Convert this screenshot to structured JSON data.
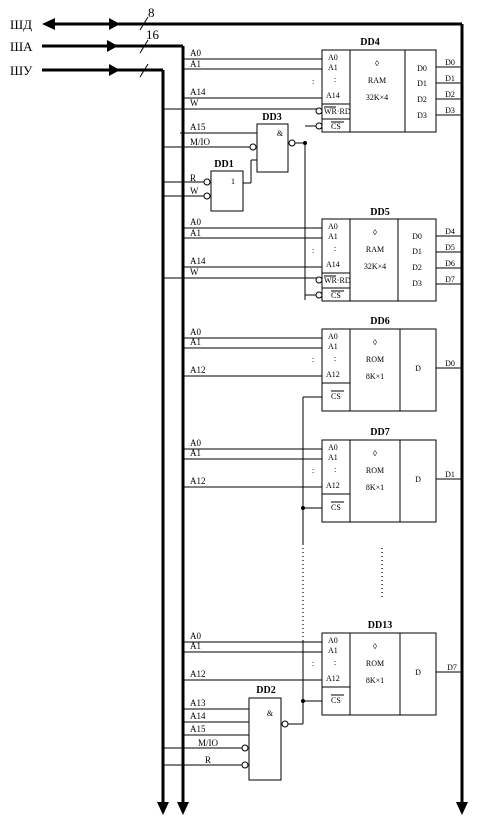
{
  "buses": {
    "data": "ШД",
    "address": "ША",
    "control": "ШУ",
    "data_width": "8",
    "address_width": "16"
  },
  "ram_chips": [
    {
      "title": "DD4",
      "type_symbol": "◊",
      "type": "RAM",
      "capacity": "32K×4",
      "inputs": [
        "A0",
        "A1",
        ":",
        "A14",
        "WR·RD",
        "CS"
      ],
      "outputs": [
        "D0",
        "D1",
        "D2",
        "D3"
      ],
      "signals": [
        "A0",
        "A1",
        "A14",
        "W"
      ]
    },
    {
      "title": "DD5",
      "type_symbol": "◊",
      "type": "RAM",
      "capacity": "32K×4",
      "inputs": [
        "A0",
        "A1",
        ":",
        "A14",
        "WR·RD",
        "CS"
      ],
      "outputs": [
        "D0",
        "D1",
        "D2",
        "D3"
      ],
      "output_nets": [
        "D4",
        "D5",
        "D6",
        "D7"
      ],
      "signals": [
        "A0",
        "A1",
        "A14",
        "W"
      ]
    }
  ],
  "rom_chips": [
    {
      "title": "DD6",
      "type_symbol": "◊",
      "type": "ROM",
      "capacity": "8K×1",
      "inputs": [
        "A0",
        "A1",
        ":",
        "A12",
        "CS"
      ],
      "output": "D",
      "output_net": "D0",
      "signals": [
        "A0",
        "A1",
        "A12"
      ]
    },
    {
      "title": "DD7",
      "type_symbol": "◊",
      "type": "ROM",
      "capacity": "8K×1",
      "inputs": [
        "A0",
        "A1",
        ":",
        "A12",
        "CS"
      ],
      "output": "D",
      "output_net": "D1",
      "signals": [
        "A0",
        "A1",
        "A12"
      ]
    },
    {
      "title": "DD13",
      "type_symbol": "◊",
      "type": "ROM",
      "capacity": "8K×1",
      "inputs": [
        "A0",
        "A1",
        ":",
        "A12",
        "CS"
      ],
      "output": "D",
      "output_net": "D7",
      "signals": [
        "A0",
        "A1",
        "A12"
      ]
    }
  ],
  "gates": {
    "dd3": {
      "title": "DD3",
      "symbol": "&",
      "signals": [
        "A15",
        "M/IO"
      ]
    },
    "dd1": {
      "title": "DD1",
      "symbol": "1",
      "signals": [
        "R",
        "W"
      ]
    },
    "dd2": {
      "title": "DD2",
      "symbol": "&",
      "signals": [
        "A13",
        "A14",
        "A15",
        "M/IO",
        "R"
      ]
    }
  }
}
